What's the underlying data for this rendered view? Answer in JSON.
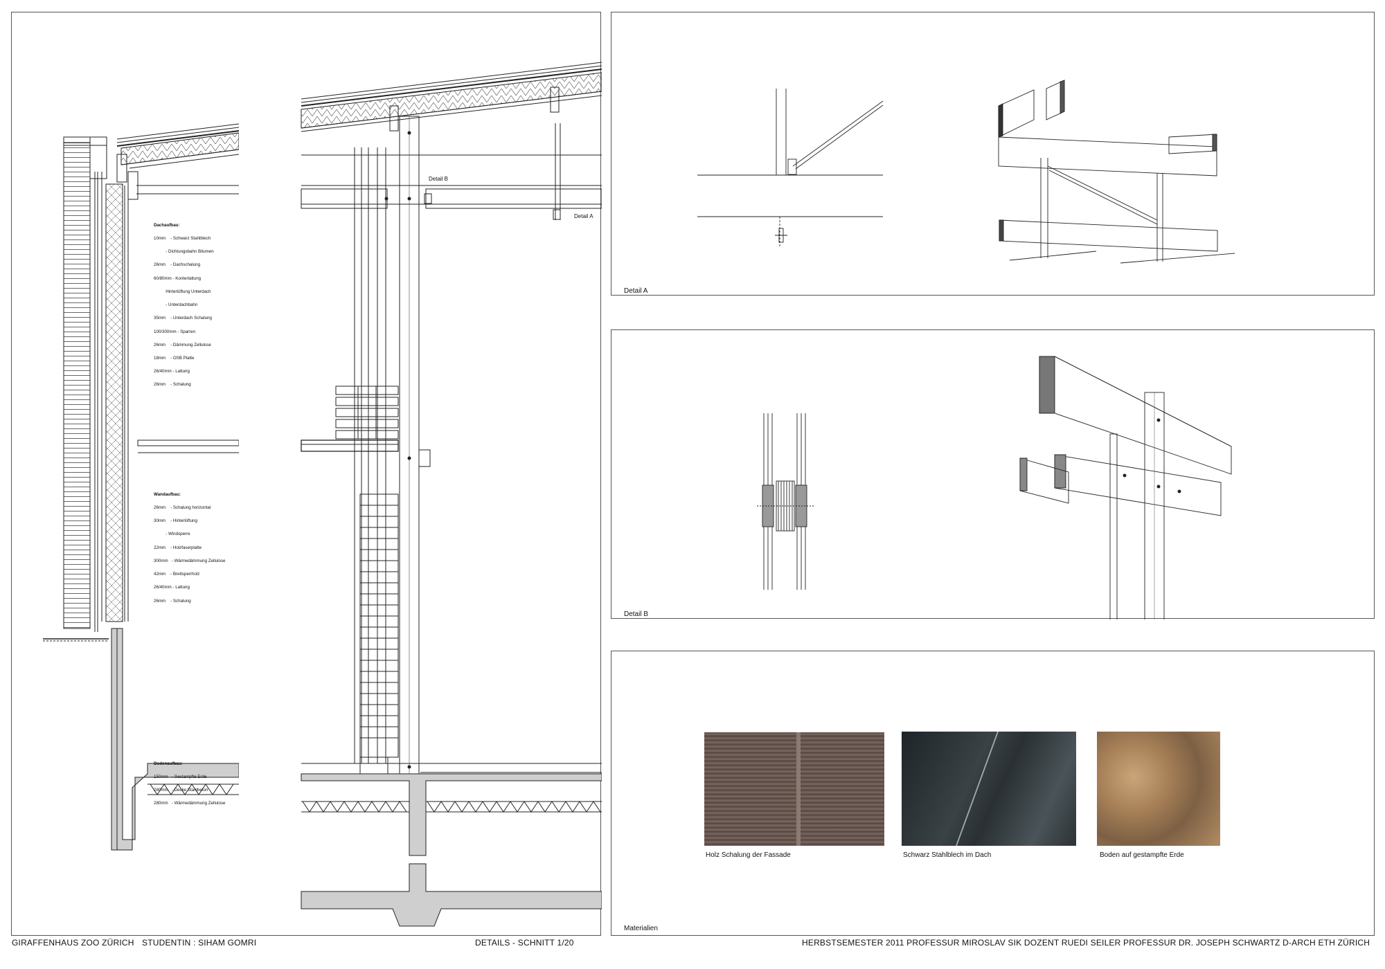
{
  "section": {
    "detail_b_marker": "Detail B",
    "detail_a_marker": "Detail A",
    "roof_spec": {
      "title": "Dachaufbau:",
      "lines": [
        "10mm    - Schwarz Stahlblech",
        "          - Dichtungsbahn Bitumen",
        "26mm    - Dachschalung",
        "60/80mm - Konterlattung",
        "          Hinterlüftung Unterdach",
        "          - Unterdachbahn",
        "35mm    - Unterdach Schalung",
        "100/300mm - Sparren",
        "26mm    - Dämmung Zellulose",
        "18mm    - OSB Platte",
        "26/40mm - Lattung",
        "26mm    - Schalung"
      ]
    },
    "wall_spec": {
      "title": "Wandaufbau:",
      "lines": [
        "26mm    - Schalung horizontal",
        "30mm    - Hinterlüftung",
        "          - Windsperre",
        "22mm    - Holzfaserplatte",
        "300mm   - Wärmedämmung Zellulose",
        "42mm    - Brettsperrholz",
        "26/40mm - Lattung",
        "26mm    - Schalung"
      ]
    },
    "floor_spec": {
      "title": "Bodenaufbau:",
      "lines": [
        "150mm   - Gestampfte Erde",
        "280mm   - Decke Stahlbeton",
        "280mm   - Wärmedämmung Zellulose"
      ]
    }
  },
  "detail_a": {
    "label": "Detail A"
  },
  "detail_b": {
    "label": "Detail B"
  },
  "materials": {
    "label": "Materialien",
    "items": [
      {
        "caption": "Holz Schalung der Fassade"
      },
      {
        "caption": "Schwarz Stahlblech im Dach"
      },
      {
        "caption": "Boden auf gestampfte Erde"
      }
    ]
  },
  "footer": {
    "project": "GIRAFFENHAUS ZOO ZÜRICH",
    "student": "STUDENTIN : SIHAM GOMRI",
    "sheet": "DETAILS -  SCHNITT 1/20",
    "credits": "HERBSTSEMESTER 2011   PROFESSUR MIROSLAV SIK   DOZENT RUEDI SEILER   PROFESSUR DR. JOSEPH SCHWARTZ   D-ARCH  ETH  ZÜRICH"
  },
  "colors": {
    "line": "#222222",
    "concrete": "#cfcfcf",
    "wood_swatch": "#6b5a52",
    "steel_swatch": "#2c3236",
    "earth_swatch": "#b08c62"
  }
}
